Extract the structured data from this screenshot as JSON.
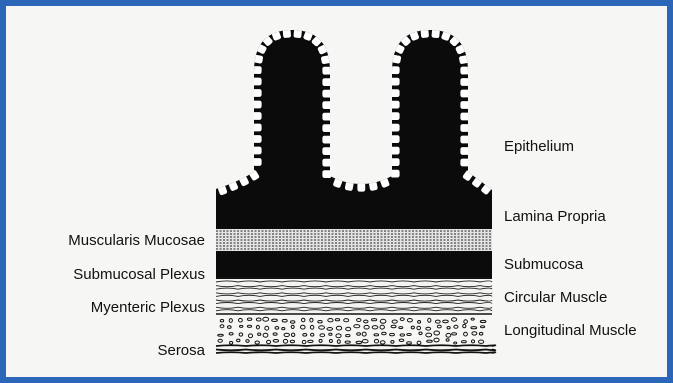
{
  "diagram": {
    "labels_left": {
      "muscularis_mucosae": "Muscularis Mucosae",
      "submucosal_plexus": "Submucosal Plexus",
      "myenteric_plexus": "Myenteric Plexus",
      "serosa": "Serosa"
    },
    "labels_right": {
      "epithelium": "Epithelium",
      "lamina_propria": "Lamina Propria",
      "submucosa": "Submucosa",
      "circular_muscle": "Circular Muscle",
      "longitudinal_muscle": "Longitudinal Muscle"
    },
    "colors": {
      "tissue": "#0b0b0b",
      "cells": "#ffffff",
      "border": "#2b66b8",
      "background": "#f6f6f4"
    }
  }
}
